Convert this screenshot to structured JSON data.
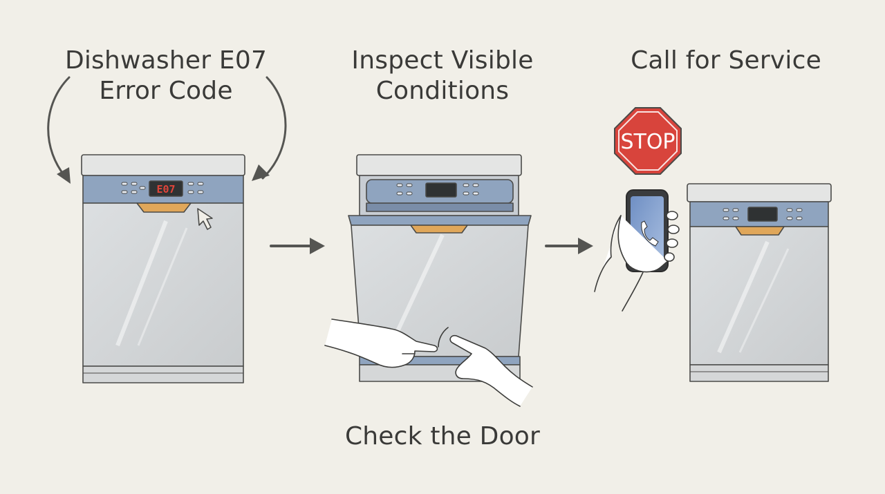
{
  "steps": [
    {
      "title_line1": "Dishwasher E07",
      "title_line2": "Error Code"
    },
    {
      "title_line1": "Inspect Visible",
      "title_line2": "Conditions"
    },
    {
      "title_line1": "Call for Service",
      "title_line2": ""
    }
  ],
  "door_caption": "Check the Door",
  "display_code": "E07",
  "stop_sign_text": "STOP",
  "icons": [
    "curved-arrow-left-icon",
    "curved-arrow-right-icon",
    "cursor-icon",
    "right-arrow-icon",
    "stop-sign-icon",
    "phone-icon",
    "hand-icon"
  ],
  "colors": {
    "background": "#f1efe8",
    "panel_blue": "#8fa4bf",
    "handle_orange": "#e0a75a",
    "display_red": "#e0453a",
    "stop_red": "#d8443c"
  }
}
